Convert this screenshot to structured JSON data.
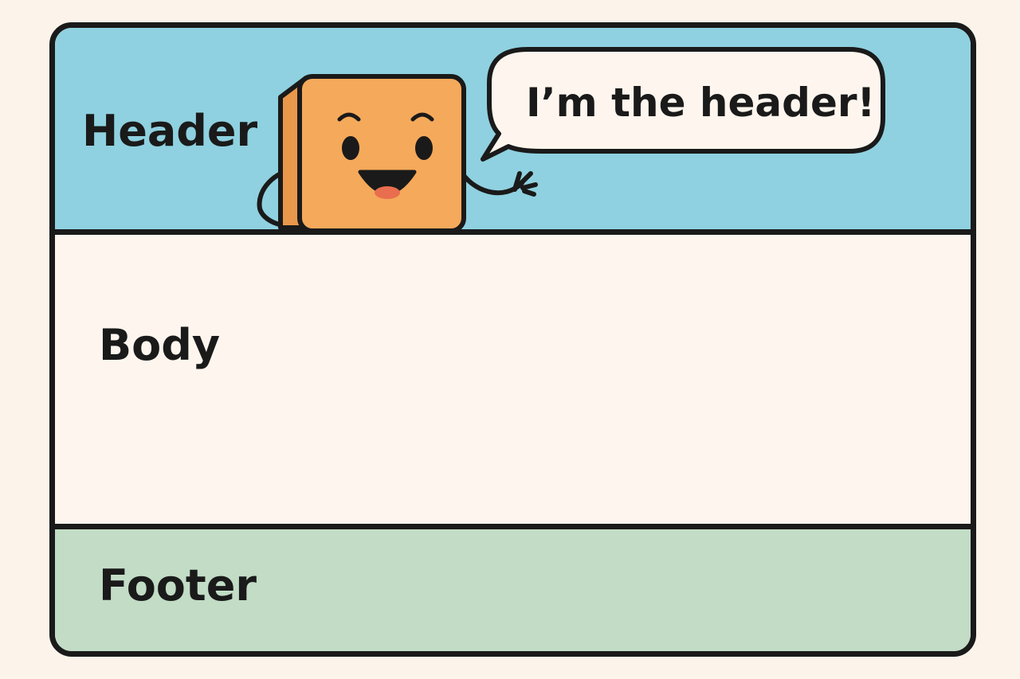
{
  "layout_sections": {
    "header": {
      "label": "Header",
      "color": "#8FD1E0"
    },
    "body": {
      "label": "Body",
      "color": "#FEF6EE"
    },
    "footer": {
      "label": "Footer",
      "color": "#C2DCC6"
    }
  },
  "speech_bubble": {
    "text": "I’m the header!"
  },
  "mascot": {
    "icon": "smiling-box-mascot-icon",
    "color": "#F5A95A"
  },
  "colors": {
    "background": "#FCF4EA",
    "outline": "#1A1A1A",
    "mouth": "#E96E4F"
  }
}
